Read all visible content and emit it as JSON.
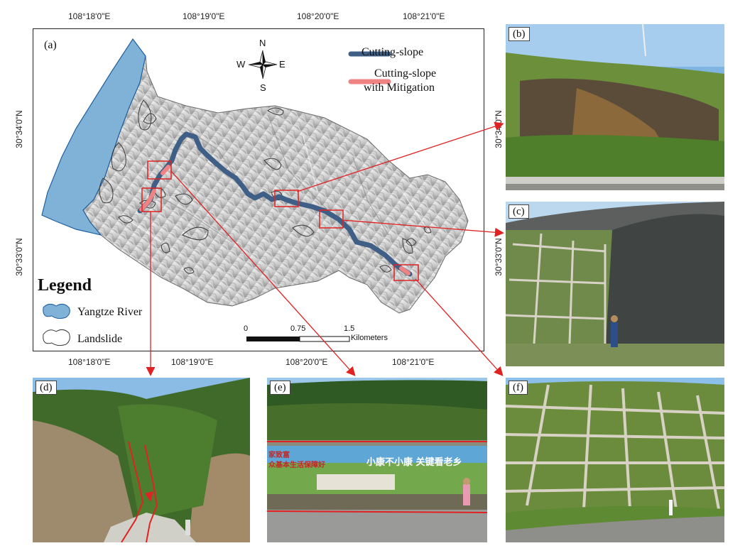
{
  "panel_labels": {
    "a": "(a)",
    "b": "(b)",
    "c": "(c)",
    "d": "(d)",
    "e": "(e)",
    "f": "(f)"
  },
  "coords": {
    "top": [
      "108°18'0\"E",
      "108°19'0\"E",
      "108°20'0\"E",
      "108°21'0\"E"
    ],
    "bottom": [
      "108°18'0\"E",
      "108°19'0\"E",
      "108°20'0\"E",
      "108°21'0\"E"
    ],
    "left": [
      "30°34'0\"N",
      "30°33'0\"N"
    ],
    "right": [
      "30°34'0\"N",
      "30°33'0\"N"
    ]
  },
  "map_legend": {
    "cutting_slope": "Cutting-slope",
    "mitigation_line1": "Cutting-slope",
    "mitigation_line2": "with Mitigation",
    "title": "Legend",
    "river": "Yangtze River",
    "landslide": "Landslide"
  },
  "compass": {
    "n": "N",
    "s": "S",
    "e": "E",
    "w": "W"
  },
  "scale": {
    "t0": "0",
    "t1": "0.75",
    "t2": "1.5",
    "unit": "Kilometers"
  },
  "sign_e": {
    "left_top": "家致富",
    "left_bottom": "众基本生活保障好",
    "right": "小康不小康   关键看老乡"
  },
  "colors": {
    "river": "#7fb2d6",
    "cutting_slope": "#3f5f86",
    "mitigation": "#ef8383",
    "highlight_box": "#e02222",
    "arrow": "#e02222"
  }
}
